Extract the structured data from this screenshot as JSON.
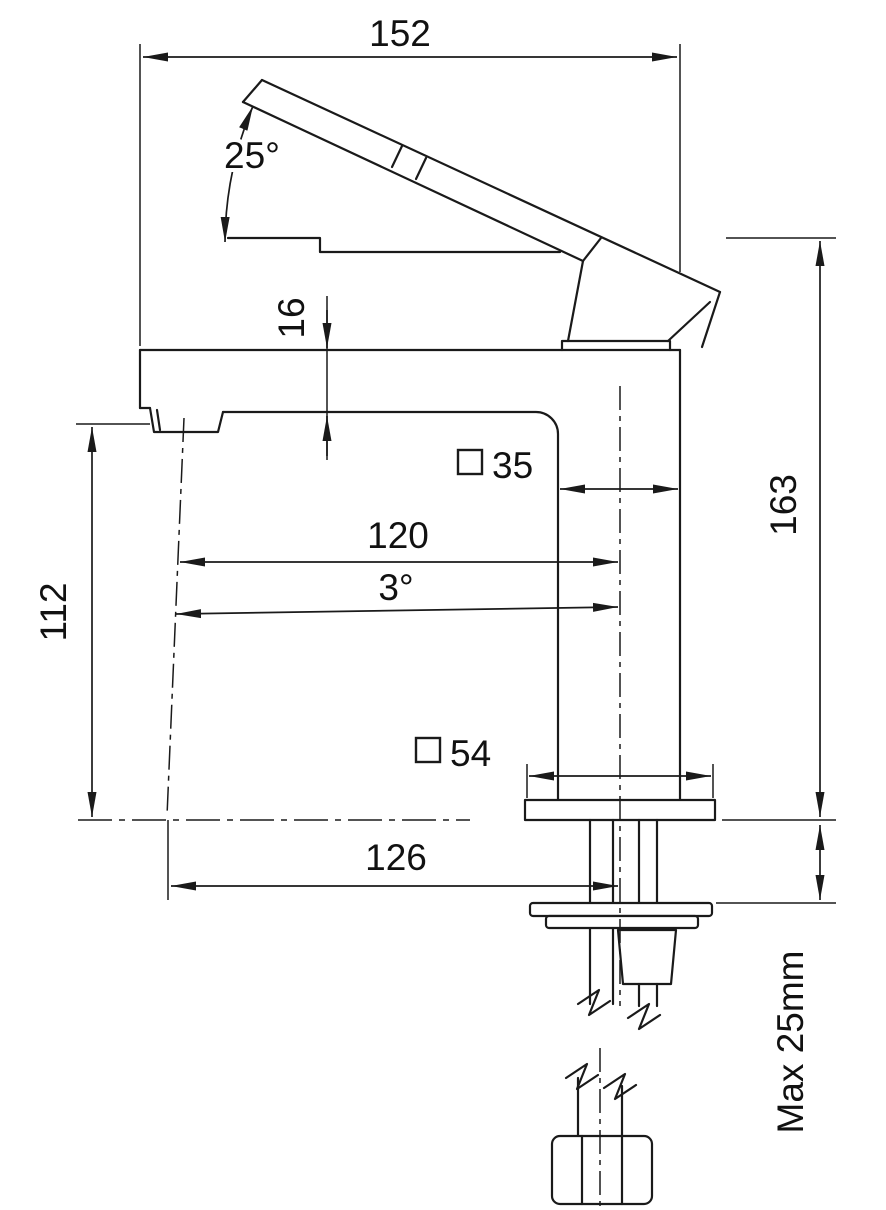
{
  "colors": {
    "line": "#1a1a1a",
    "background": "#ffffff"
  },
  "symbols": {
    "square_section": "□"
  },
  "dimensions": {
    "width_152": "152",
    "handle_angle": "25°",
    "spout_thickness": "16",
    "body_square": "35",
    "overall_height": "163",
    "spout_reach": "120",
    "spout_angle": "3°",
    "spout_height": "112",
    "base_square": "54",
    "base_reach": "126",
    "max_mount": "Max 25mm"
  }
}
